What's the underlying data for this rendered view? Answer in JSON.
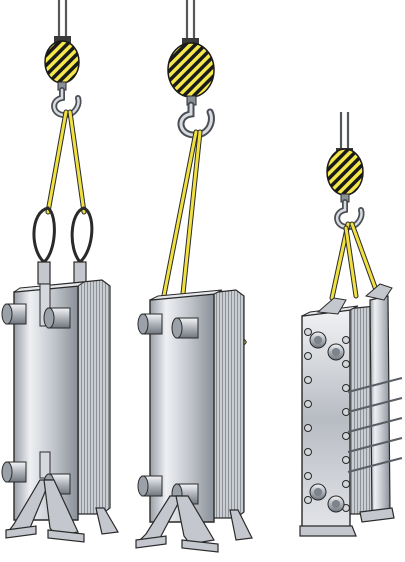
{
  "diagram": {
    "units": [
      {
        "id": "unit-brazed-with-chains",
        "lifting": "shackle-chains-to-connection-lugs"
      },
      {
        "id": "unit-brazed-with-sling",
        "lifting": "sling-around-connections"
      },
      {
        "id": "unit-gasketed-frame",
        "lifting": "slings-through-frame-lugs"
      }
    ],
    "hook_pattern": "yellow-black-diagonal-stripes",
    "icons": [
      "crane-hook-icon",
      "lifting-sling-icon",
      "shackle-icon",
      "pipe-connection-icon",
      "support-foot-icon",
      "tie-bolt-icon"
    ]
  },
  "colors": {
    "stripe_yellow": "#f4e84a",
    "stripe_black": "#1a1a1a",
    "sling_yellow": "#f0e040",
    "steel_light": "#e6e8ec",
    "steel_mid": "#b9bdc4",
    "steel_dark": "#7d838b",
    "cable": "#55595e",
    "outline": "#2a2a2a"
  }
}
